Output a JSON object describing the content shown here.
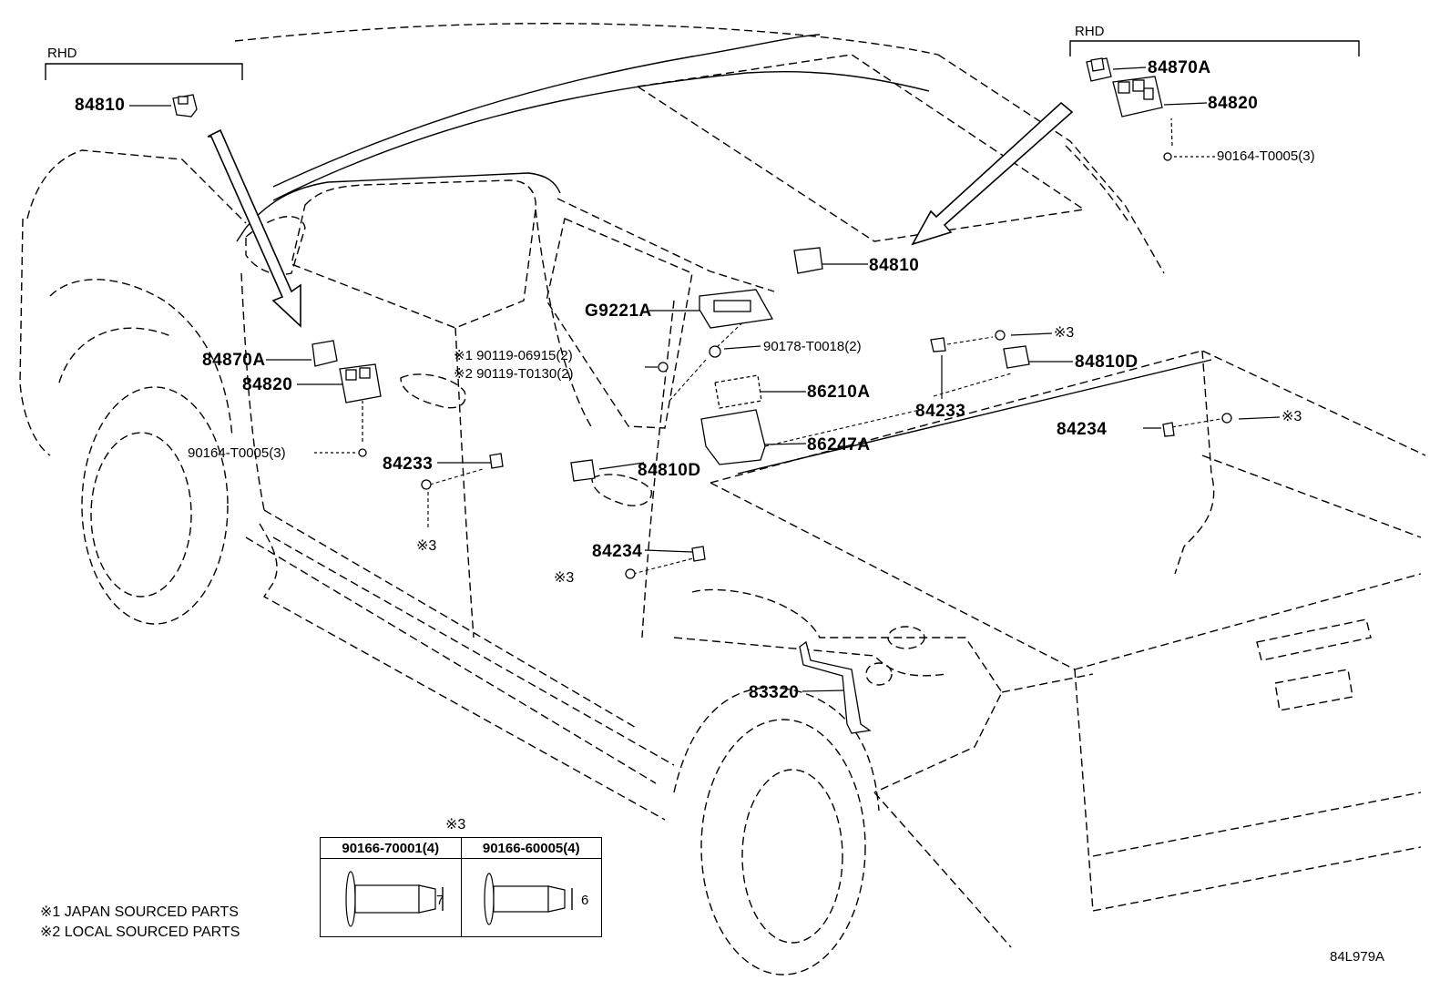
{
  "region_left": "RHD",
  "region_right": "RHD",
  "parts": {
    "p84810_left": "84810",
    "p84810_roof": "84810",
    "p84870A_right": "84870A",
    "p84820_right": "84820",
    "p90164_right": "90164-T0005(3)",
    "pG9221A": "G9221A",
    "p90178": "90178-T0018(2)",
    "p86210A": "86210A",
    "p86247A": "86247A",
    "p84233_right": "84233",
    "p84810D_right": "84810D",
    "p84234_right": "84234",
    "p84870A_left": "84870A",
    "p84820_left": "84820",
    "p90164_left": "90164-T0005(3)",
    "p90119_1": "※1 90119-06915(2)",
    "p90119_2": "※2 90119-T0130(2)",
    "p84233_left": "84233",
    "p84810D_left": "84810D",
    "p84234_left": "84234",
    "p83320": "83320"
  },
  "refs": {
    "r3_a": "※3",
    "r3_b": "※3",
    "r3_c": "※3",
    "r3_d": "※3",
    "r3_table": "※3"
  },
  "fastener_table": {
    "col1_part": "90166-70001(4)",
    "col2_part": "90166-60005(4)",
    "col1_dim": "7",
    "col2_dim": "6"
  },
  "notes": {
    "note1": "※1 JAPAN SOURCED PARTS",
    "note2": "※2 LOCAL SOURCED PARTS"
  },
  "diagram_id": "84L979A"
}
